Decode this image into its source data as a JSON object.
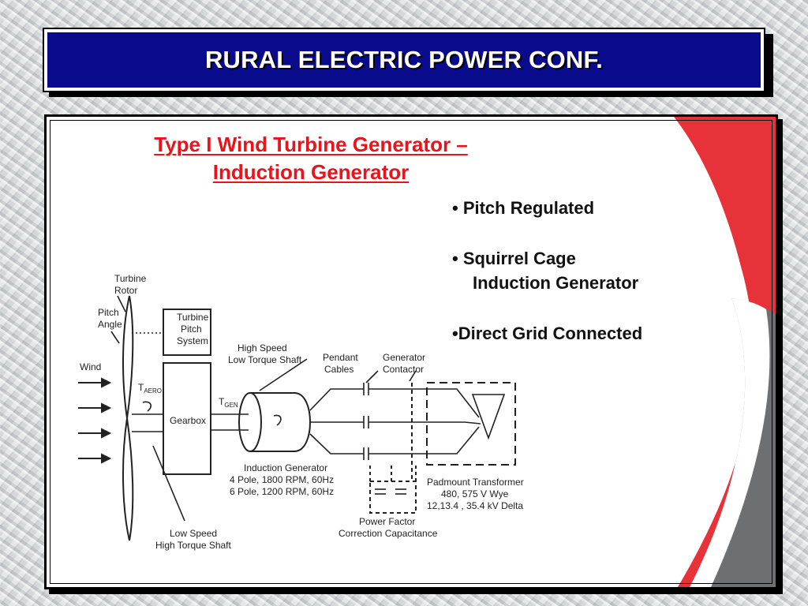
{
  "header": {
    "title": "RURAL ELECTRIC POWER CONF."
  },
  "slide": {
    "heading_line1": "Type I Wind Turbine Generator –",
    "heading_line2": "Induction Generator",
    "bullets": [
      "• Pitch Regulated",
      "• Squirrel Cage",
      "Induction Generator",
      "•Direct Grid Connected"
    ]
  },
  "diagram": {
    "turbine_rotor": [
      "Turbine",
      "Rotor"
    ],
    "pitch_angle": [
      "Pitch",
      "Angle"
    ],
    "turbine_pitch_system": [
      "Turbine",
      "Pitch",
      "System"
    ],
    "wind": "Wind",
    "t_aero": {
      "main": "T",
      "sub": "AERO"
    },
    "gearbox": "Gearbox",
    "t_gen": {
      "main": "T",
      "sub": "GEN"
    },
    "high_speed_shaft": [
      "High Speed",
      "Low Torque Shaft"
    ],
    "pendant_cables": [
      "Pendant",
      "Cables"
    ],
    "generator_contactor": [
      "Generator",
      "Contactor"
    ],
    "induction_generator": [
      "Induction Generator",
      "4 Pole,  1800 RPM, 60Hz",
      "6 Pole,  1200 RPM, 60Hz"
    ],
    "padmount_transformer": [
      "Padmount Transformer",
      "480,  575 V Wye",
      "12,13.4 , 35.4  kV Delta"
    ],
    "low_speed_shaft": [
      "Low Speed",
      "High Torque Shaft"
    ],
    "pf_correction": [
      "Power Factor",
      "Correction Capacitance"
    ]
  },
  "colors": {
    "title_bar": "#0a0a8c",
    "heading_red": "#e8141b",
    "deco_red": "#e8323a",
    "deco_gray": "#6d7073"
  }
}
